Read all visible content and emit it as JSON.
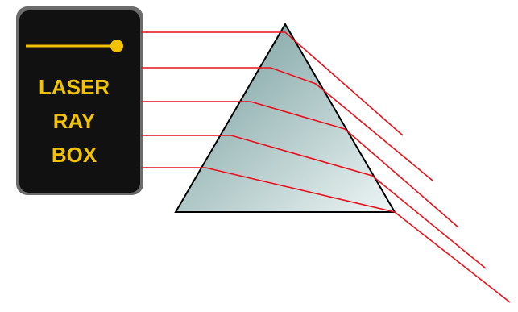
{
  "laser_box": {
    "label_lines": [
      "LASER",
      "RAY",
      "BOX"
    ],
    "label_color": "#f2c300",
    "body_color": "#111111",
    "bevel_color": "#6b6b6b",
    "emitter_color": "#f2c300"
  },
  "prism": {
    "fill_light": "#eef5f5",
    "fill_dark": "#6f9898",
    "outline_color": "#000000"
  },
  "rays": {
    "color": "#e8101a",
    "count": 5
  }
}
